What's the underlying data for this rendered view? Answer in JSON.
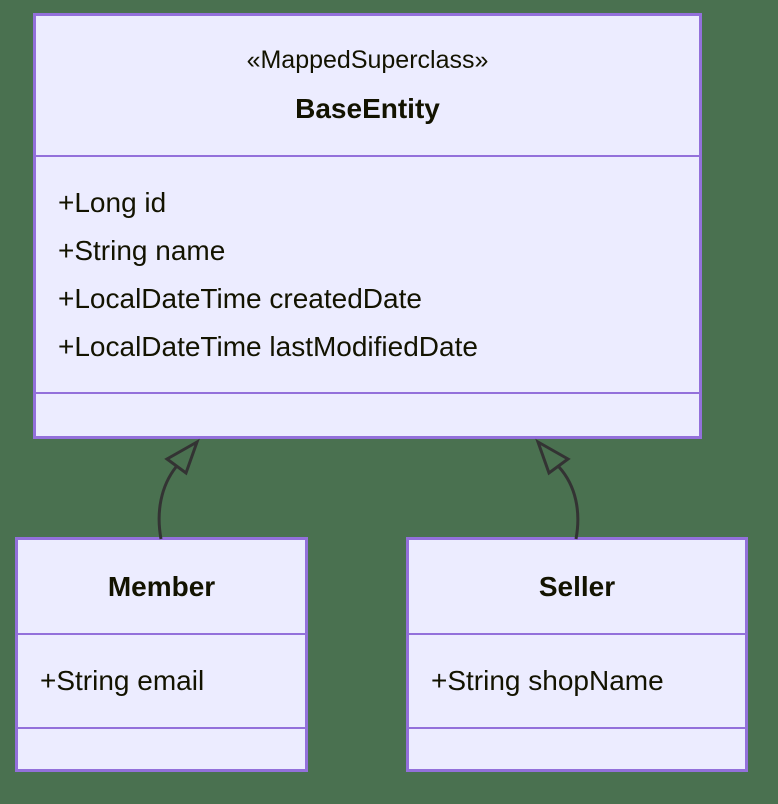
{
  "diagram": {
    "type": "uml-class-diagram",
    "colors": {
      "background": "#4a7150",
      "box_fill": "#ECECFF",
      "box_border": "#9370DB",
      "edge": "#333333",
      "text": "#131300"
    },
    "classes": [
      {
        "id": "BaseEntity",
        "stereotype": "«MappedSuperclass»",
        "name": "BaseEntity",
        "attributes": [
          "+Long id",
          "+String name",
          "+LocalDateTime createdDate",
          "+LocalDateTime lastModifiedDate"
        ],
        "methods": []
      },
      {
        "id": "Member",
        "name": "Member",
        "attributes": [
          "+String email"
        ],
        "methods": []
      },
      {
        "id": "Seller",
        "name": "Seller",
        "attributes": [
          "+String shopName"
        ],
        "methods": []
      }
    ],
    "relationships": [
      {
        "from": "Member",
        "to": "BaseEntity",
        "type": "inheritance"
      },
      {
        "from": "Seller",
        "to": "BaseEntity",
        "type": "inheritance"
      }
    ]
  }
}
